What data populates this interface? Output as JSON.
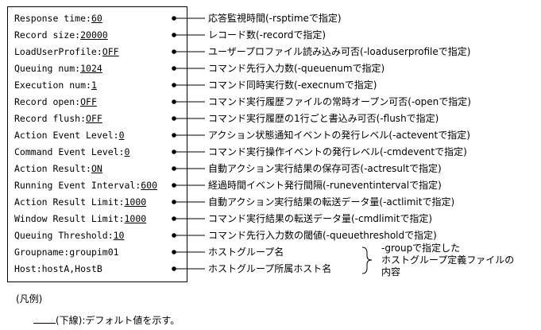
{
  "settings": [
    {
      "key": "Response time:",
      "value": "60",
      "underline": true,
      "desc": "応答監視時間(-rsptimeで指定)"
    },
    {
      "key": "Record size:",
      "value": "20000",
      "underline": true,
      "desc": "レコード数(-recordで指定)"
    },
    {
      "key": "LoadUserProfile:",
      "value": "OFF",
      "underline": true,
      "desc": "ユーザープロファイル読み込み可否(-loaduserprofileで指定)"
    },
    {
      "key": "Queuing num:",
      "value": "1024",
      "underline": true,
      "desc": "コマンド先行入力数(-queuenumで指定)"
    },
    {
      "key": "Execution num:",
      "value": "1",
      "underline": true,
      "desc": "コマンド同時実行数(-execnumで指定)"
    },
    {
      "key": "Record open:",
      "value": "OFF",
      "underline": true,
      "desc": "コマンド実行履歴ファイルの常時オープン可否(-openで指定)"
    },
    {
      "key": "Record flush:",
      "value": "OFF",
      "underline": true,
      "desc": "コマンド実行履歴の1行ごと書込み可否(-flushで指定)"
    },
    {
      "key": "Action Event Level:",
      "value": "0",
      "underline": true,
      "desc": "アクション状態通知イベントの発行レベル(-acteventで指定)"
    },
    {
      "key": "Command Event Level:",
      "value": "0",
      "underline": true,
      "desc": "コマンド実行操作イベントの発行レベル(-cmdeventで指定)"
    },
    {
      "key": "Action Result:",
      "value": "ON",
      "underline": true,
      "desc": "自動アクション実行結果の保存可否(-actresultで指定)"
    },
    {
      "key": "Running Event Interval:",
      "value": "600",
      "underline": true,
      "desc": "経過時間イベント発行間隔(-runeventintervalで指定)"
    },
    {
      "key": "Action Result Limit:",
      "value": "1000",
      "underline": true,
      "desc": "自動アクション実行結果の転送データ量(-actlimitで指定)"
    },
    {
      "key": "Window Result Limit:",
      "value": "1000",
      "underline": true,
      "desc": "コマンド実行結果の転送データ量(-cmdlimitで指定)"
    },
    {
      "key": "Queuing Threshold:",
      "value": "10",
      "underline": true,
      "desc": "コマンド先行入力数の閾値(-queuethresholdで指定)"
    },
    {
      "key": "Groupname:",
      "value": "groupim01",
      "underline": false,
      "desc": "ホストグループ名"
    },
    {
      "key": "Host:",
      "value": "hostA,HostB",
      "underline": false,
      "desc": "ホストグループ所属ホスト名"
    }
  ],
  "group_note": [
    "-groupで指定した",
    "ホストグループ定義ファイルの",
    "内容"
  ],
  "legend": {
    "title": "(凡例)",
    "underline_label": "(下線)",
    "text": ":デフォルト値を示す。"
  }
}
